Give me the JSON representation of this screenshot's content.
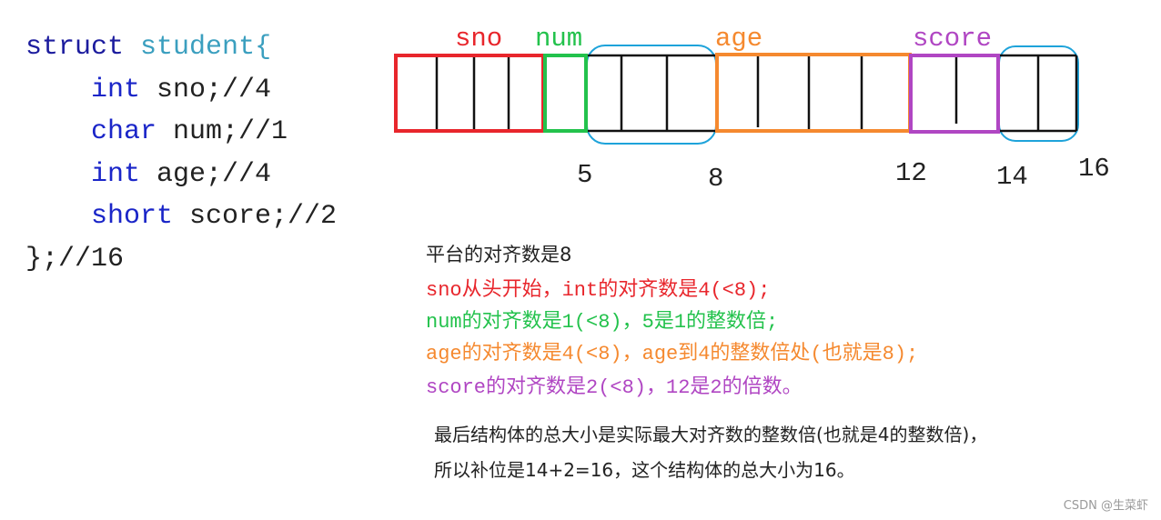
{
  "code": {
    "open": {
      "keyword": "struct",
      "space": " ",
      "name": "student{"
    },
    "fields": [
      {
        "type": "int",
        "rest": " sno;//4"
      },
      {
        "type": "char",
        "rest": " num;//1"
      },
      {
        "type": "int",
        "rest": " age;//4"
      },
      {
        "type": "short",
        "rest": " score;//2"
      }
    ],
    "close": "};//16"
  },
  "diagram": {
    "labels": {
      "sno": "sno",
      "num": "num",
      "age": "age",
      "score": "score"
    },
    "offsets": [
      "5",
      "8",
      "12",
      "14",
      "16"
    ]
  },
  "notes": {
    "platform": "平台的对齐数是8",
    "sno": "sno从头开始，int的对齐数是4(<8);",
    "num": "num的对齐数是1(<8)，5是1的整数倍;",
    "age": "age的对齐数是4(<8)，age到4的整数倍处(也就是8);",
    "score": "score的对齐数是2(<8)，12是2的倍数。",
    "summary1": "最后结构体的总大小是实际最大对齐数的整数倍(也就是4的整数倍)，",
    "summary2": "所以补位是14+2=16，这个结构体的总大小为16。"
  },
  "watermark": "CSDN @生菜虾",
  "colors": {
    "keyword": "#1c1c9e",
    "type_name": "#3b9fbf",
    "field_type": "#1a25c8",
    "sno": "#e8262c",
    "num": "#23c24c",
    "padding": "#1ea3da",
    "age": "#f5892f",
    "score": "#b046c3",
    "cell_line": "#111111",
    "text": "#222222",
    "watermark": "#9a9a9a"
  }
}
